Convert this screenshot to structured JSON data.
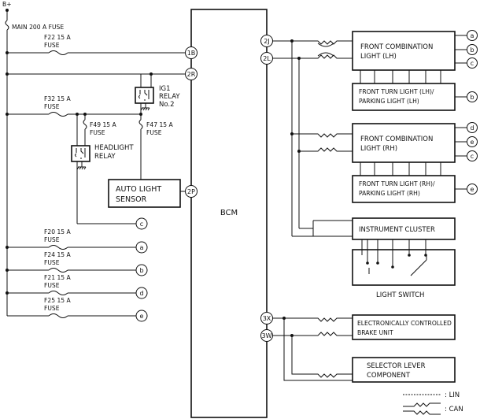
{
  "supply": {
    "battery": "B+"
  },
  "fuses": {
    "main": "MAIN 200 A FUSE",
    "f22": [
      "F22 15 A",
      "FUSE"
    ],
    "f32": [
      "F32 15 A",
      "FUSE"
    ],
    "f49": [
      "F49 15 A",
      "FUSE"
    ],
    "f47": [
      "F47 15 A",
      "FUSE"
    ],
    "f20": [
      "F20 15 A",
      "FUSE"
    ],
    "f24": [
      "F24 15 A",
      "FUSE"
    ],
    "f21": [
      "F21 15 A",
      "FUSE"
    ],
    "f25": [
      "F25 15 A",
      "FUSE"
    ]
  },
  "relays": {
    "ig1": [
      "IG1",
      "RELAY",
      "No.2"
    ],
    "headlight": [
      "HEADLIGHT",
      "RELAY"
    ]
  },
  "modules": {
    "bcm": "BCM",
    "auto_light_sensor": [
      "AUTO LIGHT",
      "SENSOR"
    ],
    "front_combo_lh": [
      "FRONT COMBINATION",
      "LIGHT (LH)"
    ],
    "front_turn_lh": [
      "FRONT TURN LIGHT (LH)/",
      "PARKING LIGHT (LH)"
    ],
    "front_combo_rh": [
      "FRONT COMBINATION",
      "LIGHT (RH)"
    ],
    "front_turn_rh": [
      "FRONT TURN LIGHT (RH)/",
      "PARKING LIGHT (RH)"
    ],
    "instrument_cluster": "INSTRUMENT CLUSTER",
    "light_switch": "LIGHT SWITCH",
    "ecb_unit": [
      "ELECTRONICALLY CONTROLLED",
      "BRAKE UNIT"
    ],
    "selector_lever": [
      "SELECTOR LEVER",
      "COMPONENT"
    ]
  },
  "bcm_pins": {
    "p1b": "1B",
    "p2r": "2R",
    "p2p": "2P",
    "p2j": "2J",
    "p2l": "2L",
    "p3x": "3X",
    "p3w": "3W"
  },
  "connectors": {
    "a": "a",
    "b": "b",
    "c": "c",
    "d": "d",
    "e": "e"
  },
  "legend": {
    "lin": ": LIN",
    "can": ": CAN"
  }
}
